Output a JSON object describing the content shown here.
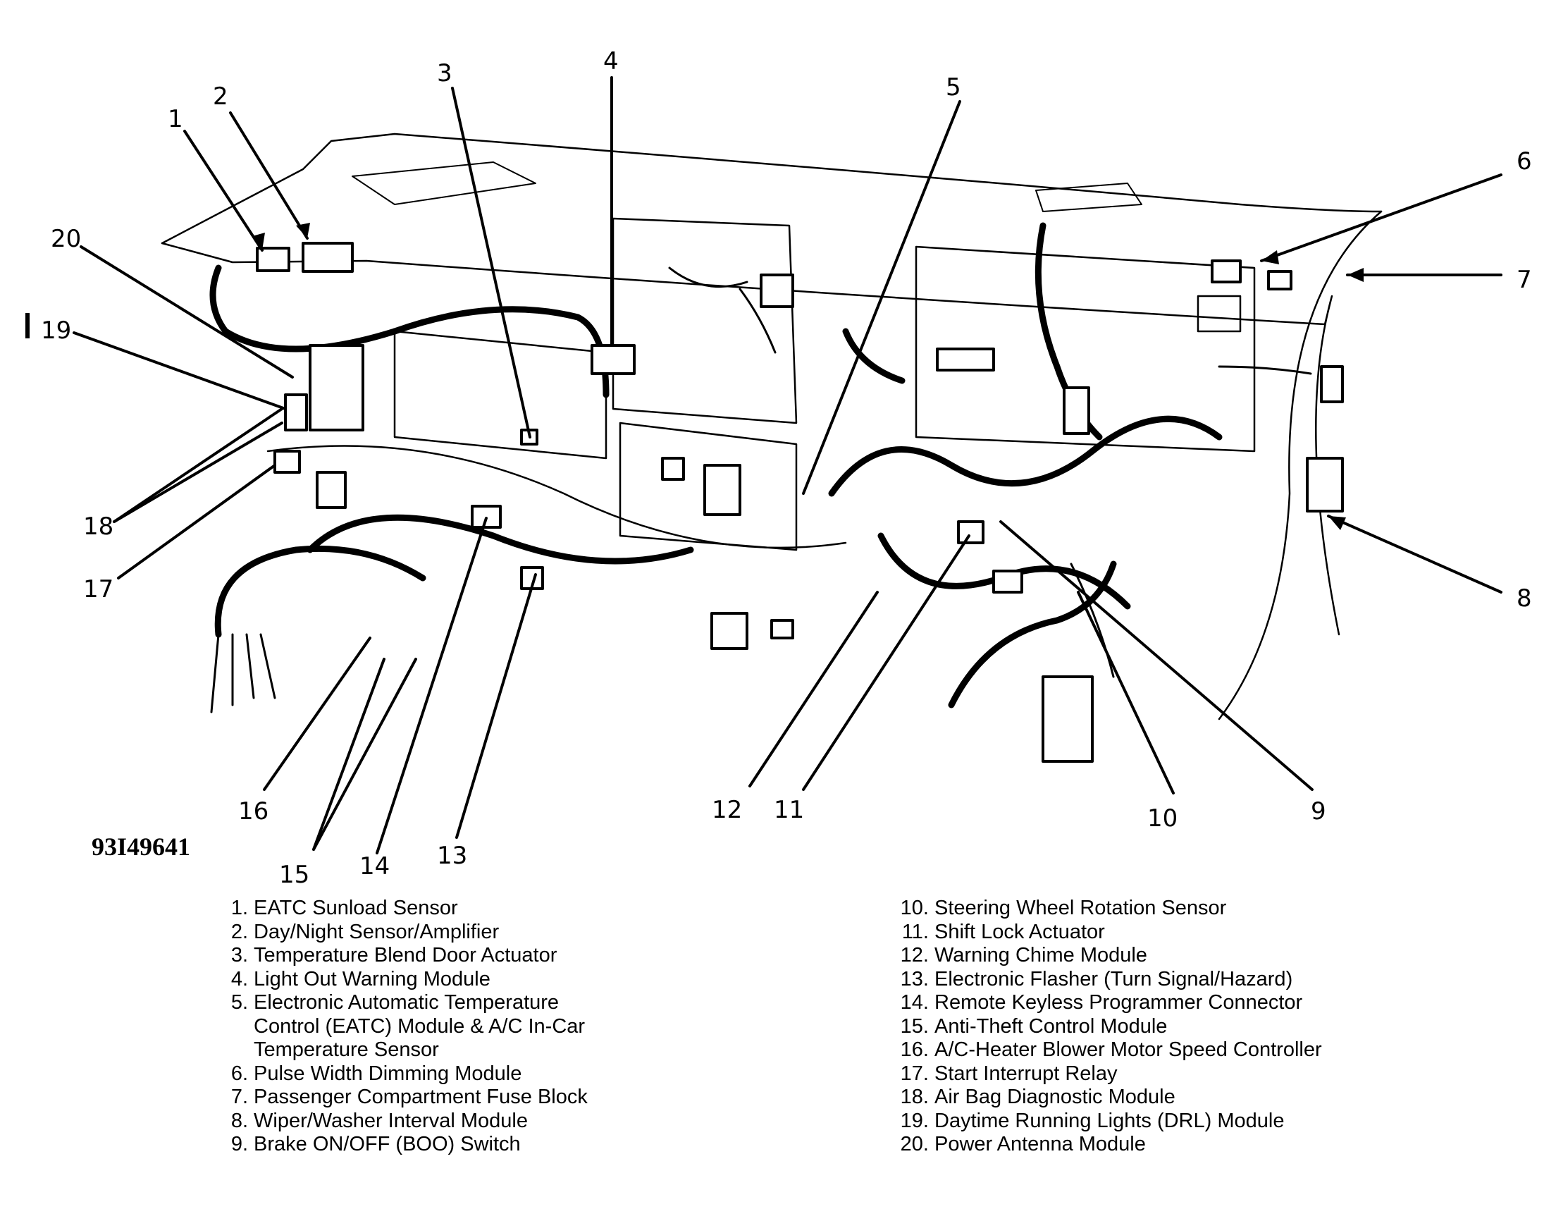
{
  "figure_id": "93I49641",
  "callouts": [
    "1",
    "2",
    "3",
    "4",
    "5",
    "6",
    "7",
    "8",
    "9",
    "10",
    "11",
    "12",
    "13",
    "14",
    "15",
    "16",
    "17",
    "18",
    "19",
    "20"
  ],
  "legend": {
    "left": [
      {
        "num": "1.",
        "text": "EATC Sunload Sensor"
      },
      {
        "num": "2.",
        "text": "Day/Night Sensor/Amplifier"
      },
      {
        "num": "3.",
        "text": "Temperature Blend Door Actuator"
      },
      {
        "num": "4.",
        "text": "Light Out Warning Module"
      },
      {
        "num": "5.",
        "text": "Electronic Automatic Temperature\nControl (EATC) Module & A/C In-Car\nTemperature Sensor"
      },
      {
        "num": "6.",
        "text": "Pulse Width Dimming Module"
      },
      {
        "num": "7.",
        "text": "Passenger Compartment Fuse Block"
      },
      {
        "num": "8.",
        "text": "Wiper/Washer Interval Module"
      },
      {
        "num": "9.",
        "text": "Brake ON/OFF (BOO) Switch"
      }
    ],
    "right": [
      {
        "num": "10.",
        "text": "Steering Wheel Rotation Sensor"
      },
      {
        "num": "11.",
        "text": "Shift Lock Actuator"
      },
      {
        "num": "12.",
        "text": "Warning Chime Module"
      },
      {
        "num": "13.",
        "text": "Electronic Flasher (Turn Signal/Hazard)"
      },
      {
        "num": "14.",
        "text": "Remote Keyless Programmer Connector"
      },
      {
        "num": "15.",
        "text": "Anti-Theft Control Module"
      },
      {
        "num": "16.",
        "text": "A/C-Heater Blower Motor Speed Controller"
      },
      {
        "num": "17.",
        "text": "Start Interrupt Relay"
      },
      {
        "num": "18.",
        "text": "Air Bag Diagnostic Module"
      },
      {
        "num": "19.",
        "text": "Daytime Running Lights (DRL) Module"
      },
      {
        "num": "20.",
        "text": "Power Antenna Module"
      }
    ]
  }
}
